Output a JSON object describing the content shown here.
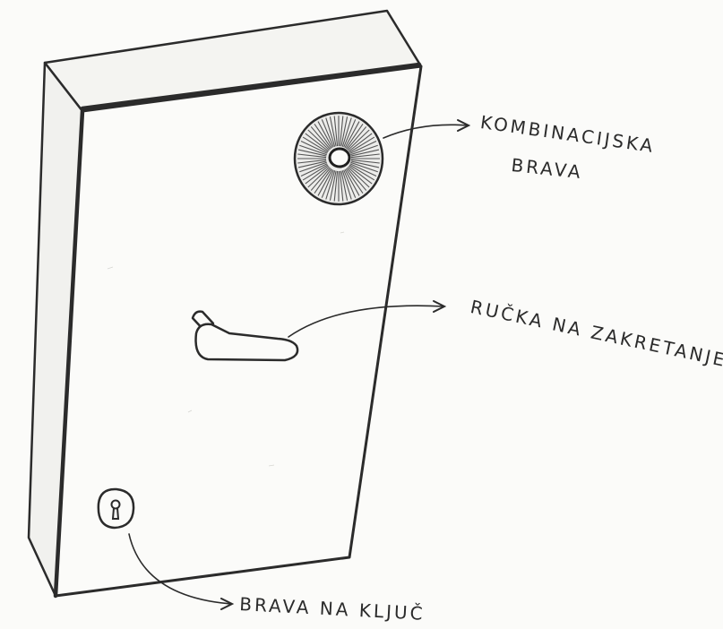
{
  "labels": {
    "combination_lock_line1": "KOMBINACIJSKA",
    "combination_lock_line2": "BRAVA",
    "turn_handle": "RUČKA NA ZAKRETANJE",
    "key_lock": "BRAVA NA KLJUČ"
  },
  "icons": {
    "combination_dial": "combination-dial-icon",
    "door_handle": "door-handle-icon",
    "keyhole": "keyhole-icon"
  },
  "colors": {
    "paper": "#fbfbf9",
    "ink": "#2b2b2b"
  }
}
